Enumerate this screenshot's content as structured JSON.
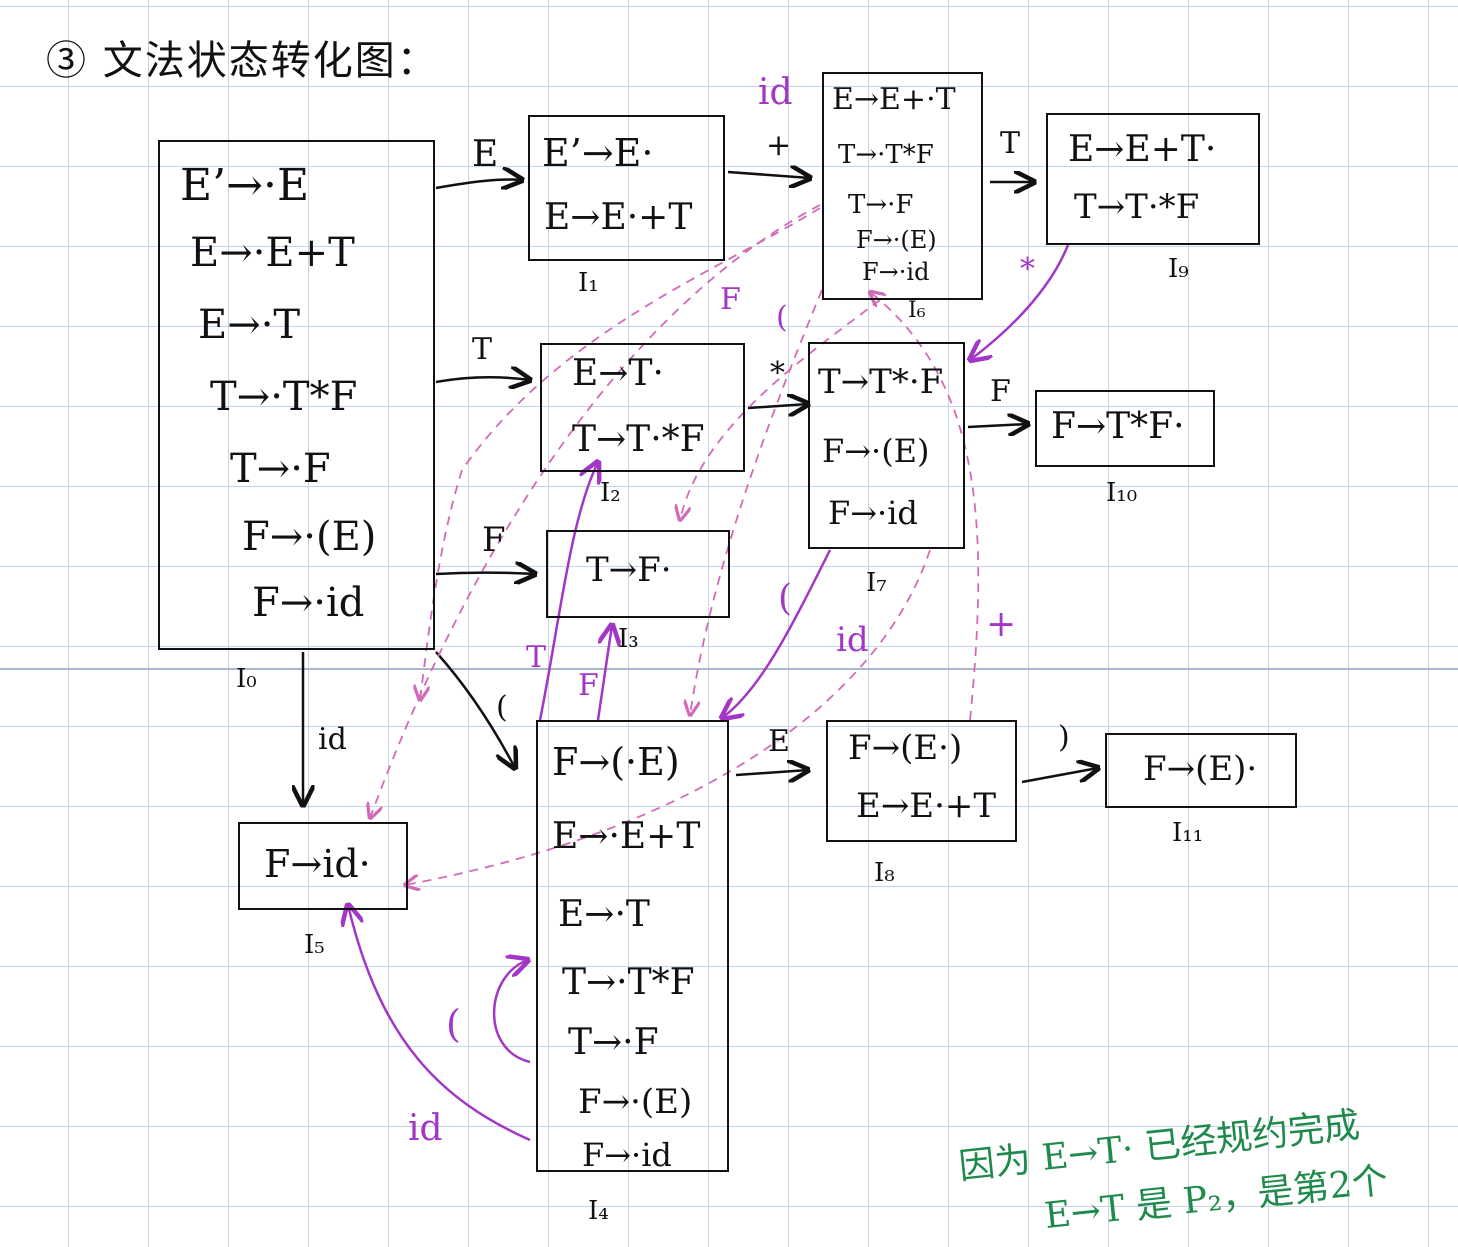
{
  "title": "③ 文法状态转化图：",
  "states": [
    {
      "label": "I₀",
      "items": [
        "E’→·E",
        "E→·E+T",
        "E→·T",
        "T→·T*F",
        "T→·F",
        "F→·(E)",
        "F→·id"
      ]
    },
    {
      "label": "I₁",
      "items": [
        "E’→E·",
        "E→E·+T"
      ]
    },
    {
      "label": "I₂",
      "items": [
        "E→T·",
        "T→T·*F"
      ]
    },
    {
      "label": "I₃",
      "items": [
        "T→F·"
      ]
    },
    {
      "label": "I₄",
      "items": [
        "F→(·E)",
        "E→·E+T",
        "E→·T",
        "T→·T*F",
        "T→·F",
        "F→·(E)",
        "F→·id"
      ]
    },
    {
      "label": "I₅",
      "items": [
        "F→id·"
      ]
    },
    {
      "label": "I₆",
      "items": [
        "E→E+·T",
        "T→·T*F",
        "T→·F",
        "F→·(E)",
        "F→·id"
      ]
    },
    {
      "label": "I₇",
      "items": [
        "T→T*·F",
        "F→·(E)",
        "F→·id"
      ]
    },
    {
      "label": "I₈",
      "items": [
        "F→(E·)",
        "E→E·+T"
      ]
    },
    {
      "label": "I₉",
      "items": [
        "E→E+T·",
        "T→T·*F"
      ]
    },
    {
      "label": "I₁₀",
      "items": [
        "F→T*F·"
      ]
    },
    {
      "label": "I₁₁",
      "items": [
        "F→(E)·"
      ]
    }
  ],
  "edges": {
    "e01": "E",
    "e02": "T",
    "e03": "F",
    "e04": "(",
    "e05": "id",
    "e16": "+",
    "e27": "*",
    "e48": "E",
    "e69": "T",
    "e710": "F",
    "e811": ")",
    "p62": "id",
    "p6F": "F",
    "p6L": "(",
    "p97": "*",
    "p4T": "T",
    "p4F": "F",
    "p4L": "(",
    "p45": "id",
    "p7L": "(",
    "p7id": "id",
    "p8plus": "+"
  },
  "note": [
    "因为 E→T· 已经规约完成",
    "E→T 是 P₂，是第2个"
  ],
  "colors": {
    "ink": "#111111",
    "purple": "#a236c6",
    "green": "#1f8a4b",
    "grid": "#c4d3e6"
  }
}
